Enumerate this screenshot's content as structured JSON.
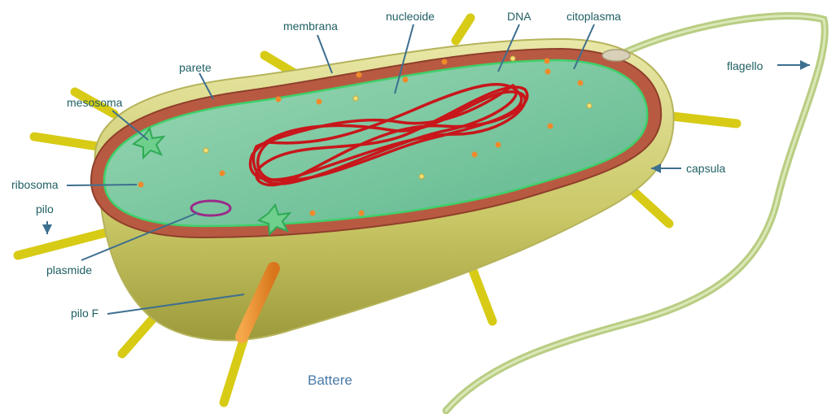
{
  "labels": {
    "membrana": "membrana",
    "nucleoide": "nucleoide",
    "dna": "DNA",
    "citoplasma": "citoplasma",
    "parete": "parete",
    "flagello": "flagello",
    "mesosoma": "mesosoma",
    "ribosoma": "ribosoma",
    "capsula": "capsula",
    "pilo": "pilo",
    "plasmide": "plasmide",
    "pilo_f": "pilo F"
  },
  "caption": "Battere",
  "colors": {
    "label_text": "#1f5f63",
    "leader_line": "#3d6f8f",
    "caption": "#4a7aa8",
    "capsule": "#c9c765",
    "wall": "#b85a42",
    "cytoplasm": "#7cc9a1",
    "dna": "#c8161b",
    "ribosome": "#ef8a2a",
    "pili": "#e2d61e",
    "f_pilus": "#f0902a",
    "plasmid": "#9b2a8a",
    "flagellum": "#c8d99a"
  }
}
